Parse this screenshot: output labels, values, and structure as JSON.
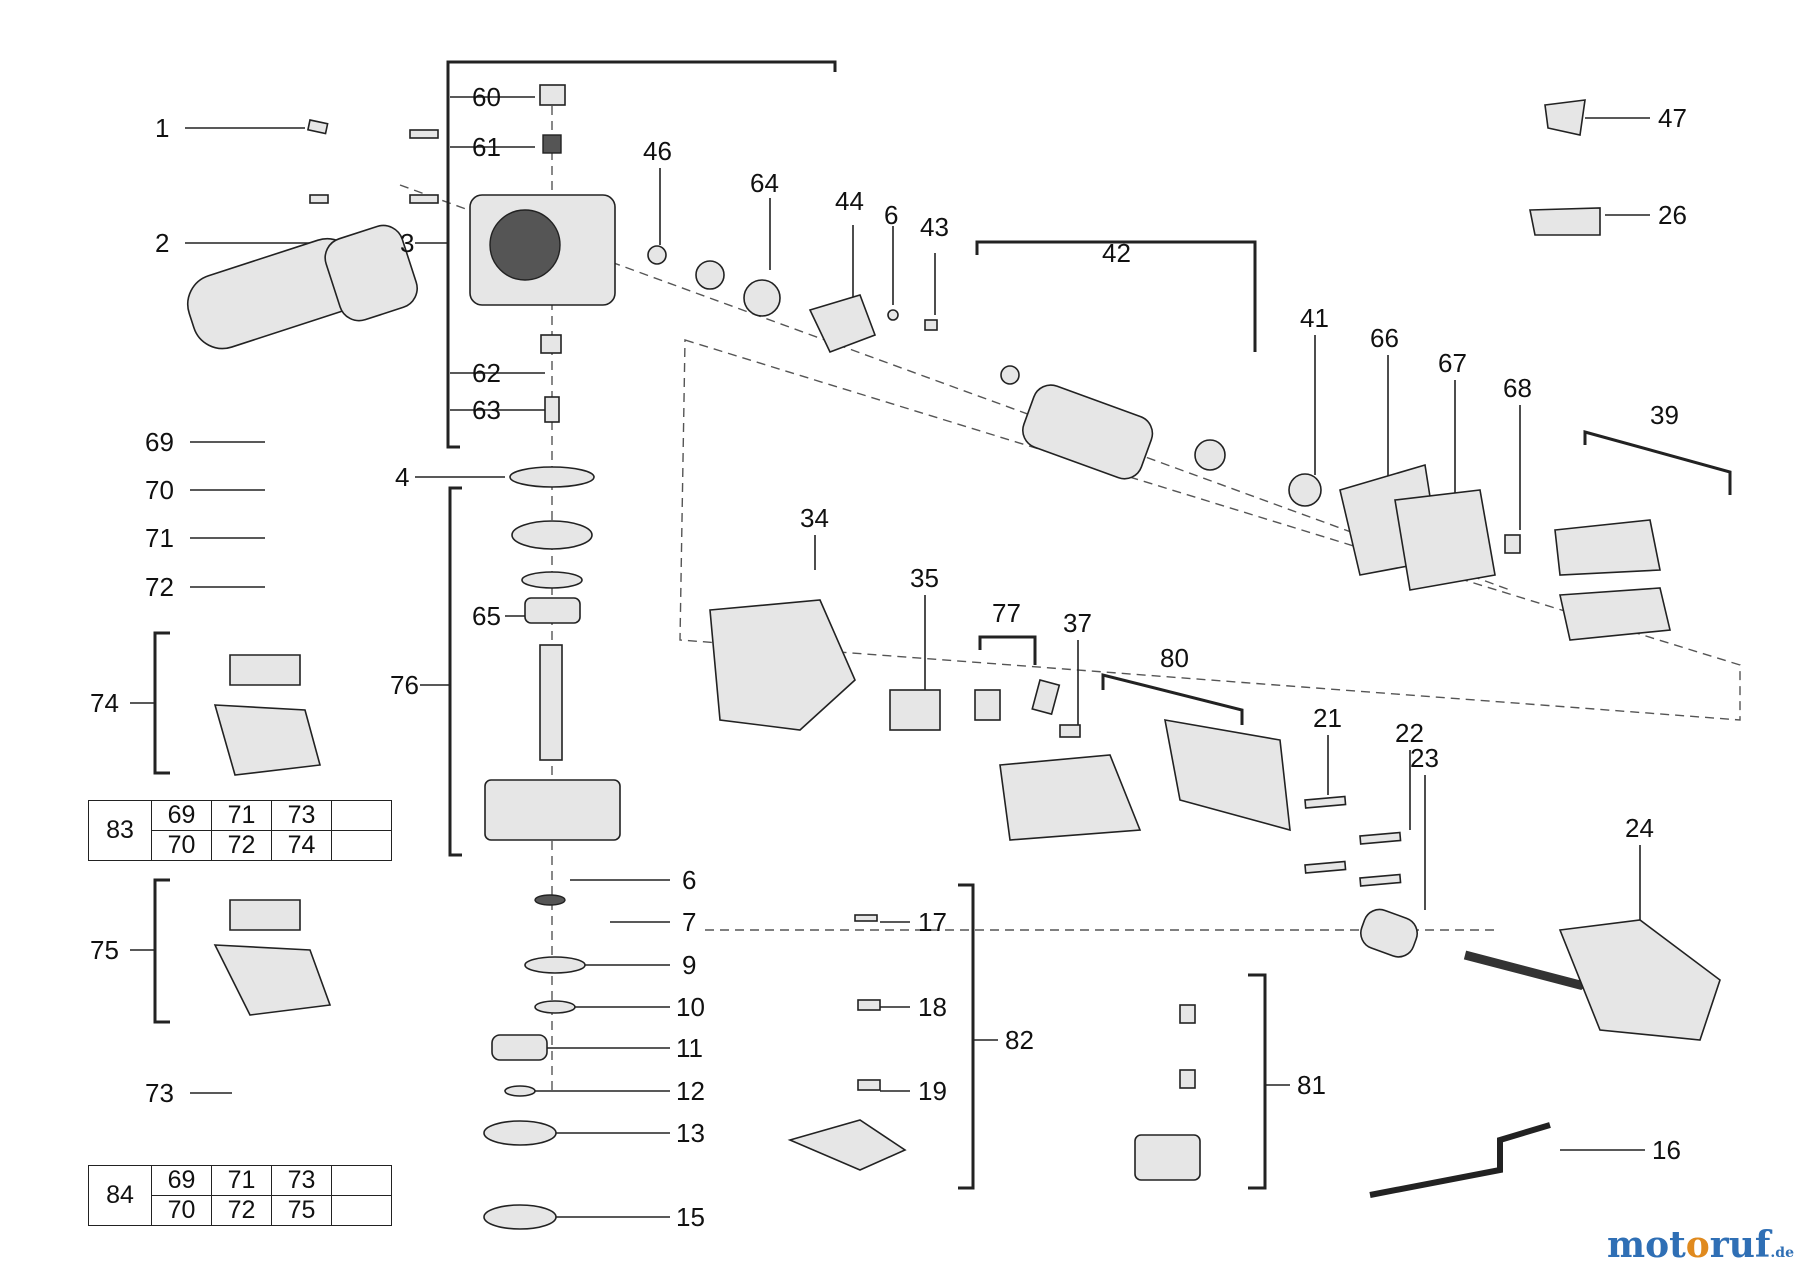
{
  "labels": [
    "1",
    "2",
    "3",
    "4",
    "6",
    "6",
    "7",
    "9",
    "10",
    "11",
    "12",
    "13",
    "15",
    "16",
    "17",
    "18",
    "19",
    "21",
    "22",
    "23",
    "24",
    "26",
    "34",
    "35",
    "37",
    "39",
    "41",
    "42",
    "43",
    "44",
    "46",
    "47",
    "60",
    "61",
    "62",
    "63",
    "64",
    "65",
    "66",
    "67",
    "68",
    "69",
    "70",
    "71",
    "72",
    "73",
    "74",
    "75",
    "76",
    "77",
    "80",
    "81",
    "82"
  ],
  "table83": {
    "id": "83",
    "row1": [
      "69",
      "71",
      "73",
      ""
    ],
    "row2": [
      "70",
      "72",
      "74",
      ""
    ]
  },
  "table84": {
    "id": "84",
    "row1": [
      "69",
      "71",
      "73",
      ""
    ],
    "row2": [
      "70",
      "72",
      "75",
      ""
    ]
  },
  "brand": {
    "part1": "mot",
    "part2": "o",
    "part3": "ruf",
    "suffix": ".de"
  },
  "colors": {
    "brand_blue": "#2f6fb5",
    "brand_orange": "#e08a1e"
  }
}
